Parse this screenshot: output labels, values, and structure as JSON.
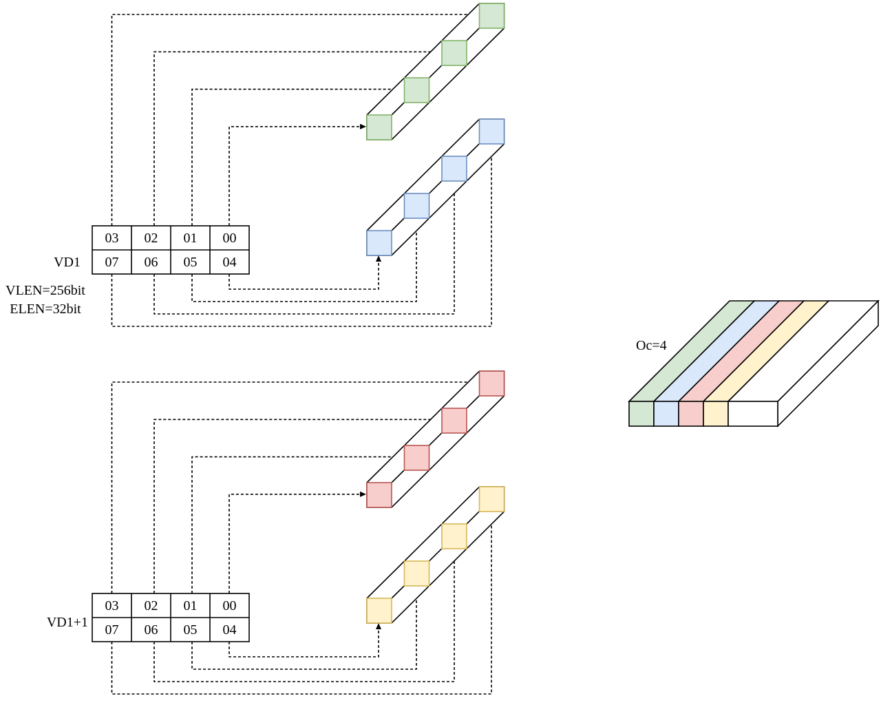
{
  "registers": [
    {
      "label": "VD1",
      "top_row": [
        "03",
        "02",
        "01",
        "00"
      ],
      "bottom_row": [
        "07",
        "06",
        "05",
        "04"
      ],
      "notes": [
        "VLEN=256bit",
        "ELEN=32bit"
      ]
    },
    {
      "label": "VD1+1",
      "top_row": [
        "03",
        "02",
        "01",
        "00"
      ],
      "bottom_row": [
        "07",
        "06",
        "05",
        "04"
      ],
      "notes": []
    }
  ],
  "output_label": "Oc=4",
  "colors": {
    "green": {
      "fill": "#d5e8d4",
      "stroke": "#82b366"
    },
    "blue": {
      "fill": "#dae8fc",
      "stroke": "#6c8ebf"
    },
    "red": {
      "fill": "#f8cecc",
      "stroke": "#b85450"
    },
    "yellow": {
      "fill": "#fff2cc",
      "stroke": "#d6b656"
    },
    "white": {
      "fill": "#ffffff",
      "stroke": "#000000"
    }
  },
  "bars": [
    {
      "name": "green-bar",
      "color": "green"
    },
    {
      "name": "blue-bar",
      "color": "blue"
    },
    {
      "name": "red-bar",
      "color": "red"
    },
    {
      "name": "yellow-bar",
      "color": "yellow"
    }
  ],
  "output_slabs": [
    "green",
    "blue",
    "red",
    "yellow",
    "white"
  ]
}
